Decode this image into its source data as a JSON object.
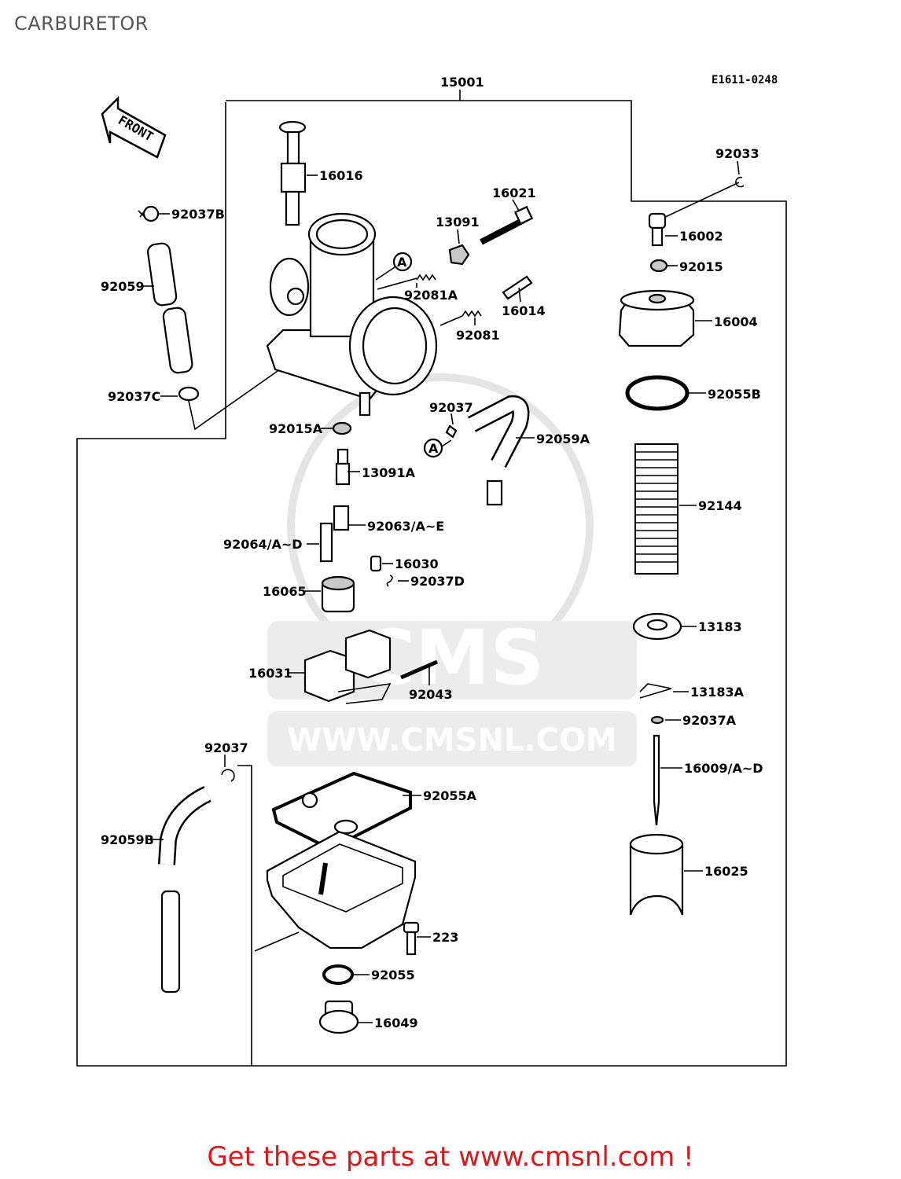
{
  "page": {
    "title": "CARBURETOR",
    "diagram_code": "E1611-0248",
    "footer": "Get these parts at www.cmsnl.com !"
  },
  "watermark": {
    "brand": "CMS",
    "url": "WWW.CMSNL.COM"
  },
  "front_arrow": {
    "label": "FRONT"
  },
  "callouts": {
    "c15001": "15001",
    "c16016": "16016",
    "c92037B": "92037B",
    "c92059": "92059",
    "c92037C": "92037C",
    "c13091": "13091",
    "c16021": "16021",
    "c92081A": "92081A",
    "c16014": "16014",
    "c92081": "92081",
    "c92033": "92033",
    "c16002": "16002",
    "c92015": "92015",
    "c16004": "16004",
    "c92055B": "92055B",
    "c92015A": "92015A",
    "c92037": "92037",
    "c92059A": "92059A",
    "c13091A": "13091A",
    "c92063AE": "92063/A~E",
    "c92064AD": "92064/A~D",
    "c16030": "16030",
    "c92037D": "92037D",
    "c16065": "16065",
    "c92144": "92144",
    "c13183": "13183",
    "c16031": "16031",
    "c92043": "92043",
    "c13183A": "13183A",
    "c92037A": "92037A",
    "c16009AD": "16009/A~D",
    "c92037b": "92037",
    "c92055A": "92055A",
    "c92059B": "92059B",
    "c16025": "16025",
    "c223": "223",
    "c92055": "92055",
    "c16049": "16049"
  },
  "markers": {
    "a1": "A",
    "a2": "A"
  }
}
